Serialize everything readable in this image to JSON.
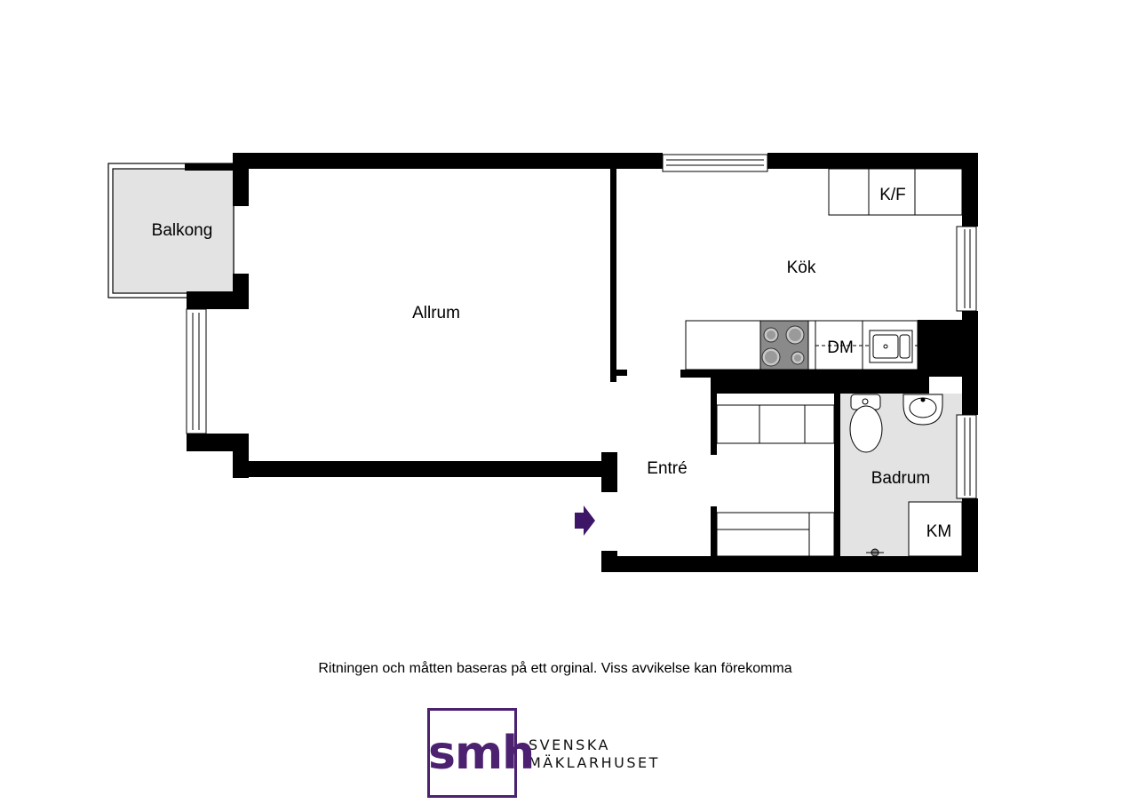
{
  "rooms": {
    "balcony": "Balkong",
    "living_room": "Allrum",
    "kitchen": "Kök",
    "entrance": "Entré",
    "bathroom": "Badrum"
  },
  "appliances": {
    "fridge_freezer": "K/F",
    "dishwasher": "DM",
    "washing_machine": "KM"
  },
  "disclaimer": "Ritningen och måtten baseras på ett orginal. Viss avvikelse kan förekomma",
  "brand": {
    "logo_letters": "smh",
    "line1": "SVENSKA",
    "line2": "MÄKLARHUSET",
    "color": "#4b2170"
  },
  "colors": {
    "wall": "#000000",
    "balcony_floor": "#e3e3e3",
    "bathroom_floor": "#e3e3e3",
    "stove": "#8a8a8a",
    "entry_arrow": "#3e1668"
  }
}
